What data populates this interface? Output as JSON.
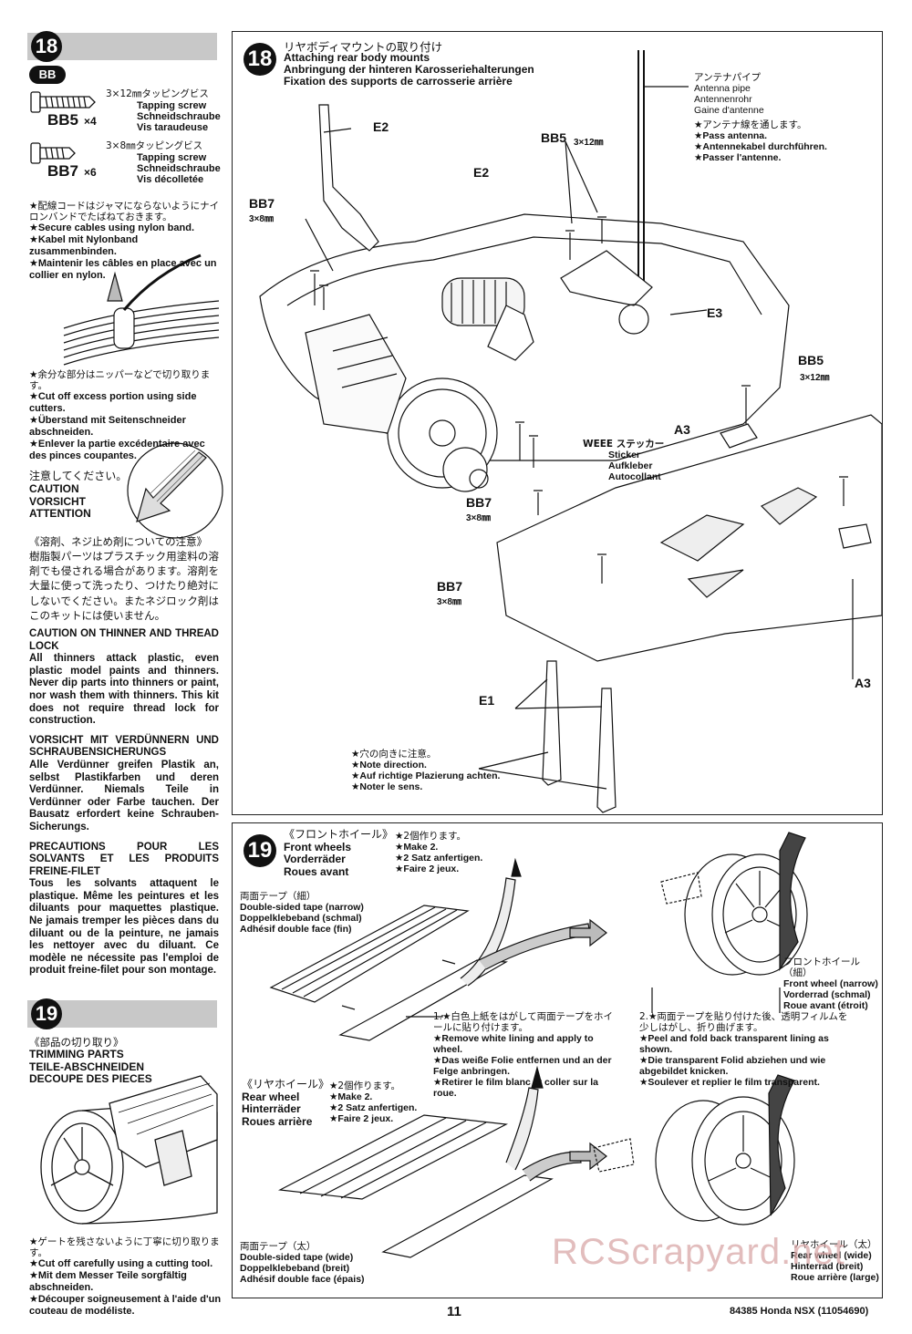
{
  "left_column": {
    "step18_number": "18",
    "bb_badge": "BB",
    "bb5": {
      "name": "BB5",
      "qty": "×4",
      "jp": "3×12㎜タッピングビス",
      "en": "Tapping screw",
      "de": "Schneidschraube",
      "fr": "Vis taraudeuse"
    },
    "bb7": {
      "name": "BB7",
      "qty": "×6",
      "jp": "3×8㎜タッピングビス",
      "en": "Tapping screw",
      "de": "Schneidschraube",
      "fr": "Vis décolletée"
    },
    "cable_note": [
      "★配線コードはジャマにならないようにナイロンバンドでたばねておきます。",
      "★Secure cables using nylon band.",
      "★Kabel mit Nylonband zusammenbinden.",
      "★Maintenir les câbles en place avec un collier en nylon."
    ],
    "cut_note": [
      "★余分な部分はニッパーなどで切り取ります。",
      "★Cut off excess portion using side cutters.",
      "★Überstand mit Seitenschneider abschneiden.",
      "★Enlever la partie excédentaire avec des pinces coupantes."
    ],
    "caution": {
      "jp": "注意してください。",
      "en": "CAUTION",
      "de": "VORSICHT",
      "fr": "ATTENTION"
    },
    "thinner_jp_title": "《溶剤、ネジ止め剤についての注意》",
    "thinner_jp_body": "樹脂製パーツはプラスチック用塗料の溶剤でも侵される場合があります。溶剤を大量に使って洗ったり、つけたり絶対にしないでください。またネジロック剤はこのキットには使いません。",
    "thinner_en_title": "CAUTION ON THINNER AND THREAD LOCK",
    "thinner_en_body": "All thinners attack plastic, even plastic model paints and thinners. Never dip parts into thinners or paint, nor wash them with thinners. This kit does not require thread lock for construction.",
    "thinner_de_title": "VORSICHT MIT VERDÜNNERN UND SCHRAUBENSICHERUNGS",
    "thinner_de_body": "Alle Verdünner greifen Plastik an, selbst Plastikfarben und deren Verdünner. Niemals Teile in Verdünner oder Farbe tauchen. Der Bausatz erfordert keine Schrauben-Sicherungs.",
    "thinner_fr_title": "PRECAUTIONS POUR LES SOLVANTS ET LES PRODUITS FREINE-FILET",
    "thinner_fr_body": "Tous les solvants attaquent le plastique. Même les peintures et les diluants pour maquettes plastique. Ne jamais tremper les pièces dans du diluant ou de la peinture, ne jamais les nettoyer avec du diluant. Ce modèle ne nécessite pas l'emploi de produit freine-filet pour son montage.",
    "step19_number": "19",
    "trim_jp": "《部品の切り取り》",
    "trim_en": "TRIMMING PARTS",
    "trim_de": "TEILE-ABSCHNEIDEN",
    "trim_fr": "DECOUPE DES PIECES",
    "knife_note": [
      "★ゲートを残さないように丁寧に切り取ります。",
      "★Cut off carefully using a cutting tool.",
      "★Mit dem Messer Teile sorgfältig abschneiden.",
      "★Découper soigneusement à l'aide d'un couteau de modéliste."
    ]
  },
  "panel18": {
    "number": "18",
    "title_jp": "リヤボディマウントの取り付け",
    "title_en": "Attaching rear body mounts",
    "title_de": "Anbringung der hinteren Karosseriehalterungen",
    "title_fr": "Fixation des supports de carrosserie arrière",
    "label_e2a": "E2",
    "label_e2b": "E2",
    "label_e3": "E3",
    "label_e1": "E1",
    "label_a3a": "A3",
    "label_a3b": "A3",
    "label_bb7a": "BB7",
    "label_bb7a_size": "3×8㎜",
    "label_bb7b": "BB7",
    "label_bb7b_size": "3×8㎜",
    "label_bb7c": "BB7",
    "label_bb7c_size": "3×8㎜",
    "label_bb5a": "BB5",
    "label_bb5a_size": "3×12㎜",
    "label_bb5b": "BB5",
    "label_bb5b_size": "3×12㎜",
    "antenna_pipe": [
      "アンテナパイプ",
      "Antenna pipe",
      "Antennenrohr",
      "Gaine d'antenne"
    ],
    "antenna_note": [
      "★アンテナ線を通します。",
      "★Pass antenna.",
      "★Antennekabel durchführen.",
      "★Passer l'antenne."
    ],
    "weee": [
      "WEEE ステッカー",
      "Sticker",
      "Aufkleber",
      "Autocollant"
    ],
    "direction_note": [
      "★穴の向きに注意。",
      "★Note direction.",
      "★Auf richtige Plazierung achten.",
      "★Noter le sens."
    ]
  },
  "panel19": {
    "number": "19",
    "front_title": [
      "《フロントホイール》",
      "Front wheels",
      "Vorderräder",
      "Roues avant"
    ],
    "front_make": [
      "★2個作ります。",
      "★Make 2.",
      "★2 Satz anfertigen.",
      "★Faire 2 jeux."
    ],
    "tape_narrow": [
      "両面テープ（細）",
      "Double-sided tape (narrow)",
      "Doppelklebeband (schmal)",
      "Adhésif double face (fin)"
    ],
    "step1": [
      "1.★白色上紙をはがして両面テープをホイールに貼り付けます。",
      "★Remove white lining and apply to wheel.",
      "★Das weiße Folie entfernen und an der Felge anbringen.",
      "★Retirer le film blanc et coller sur la roue."
    ],
    "step2": [
      "2.★両面テープを貼り付けた後、透明フィルムを少しはがし、折り曲げます。",
      "★Peel and fold back transparent lining as shown.",
      "★Die transparent Folid abziehen und wie abgebildet knicken.",
      "★Soulever et replier le film transparent."
    ],
    "front_wheel_label": [
      "フロントホイール（細）",
      "Front wheel (narrow)",
      "Vorderrad (schmal)",
      "Roue avant (étroit)"
    ],
    "rear_title": [
      "《リヤホイール》",
      "Rear wheel",
      "Hinterräder",
      "Roues arrière"
    ],
    "rear_make": [
      "★2個作ります。",
      "★Make 2.",
      "★2 Satz anfertigen.",
      "★Faire 2 jeux."
    ],
    "tape_wide": [
      "両面テープ（太）",
      "Double-sided tape (wide)",
      "Doppelklebeband (breit)",
      "Adhésif double face (épais)"
    ],
    "rear_wheel_label": [
      "リヤホイール（太）",
      "Rear wheel (wide)",
      "Hinterrad (breit)",
      "Roue arrière (large)"
    ]
  },
  "footer": {
    "page": "11",
    "code": "84385 Honda NSX (11054690)",
    "watermark": "RCScrapyard.net"
  }
}
